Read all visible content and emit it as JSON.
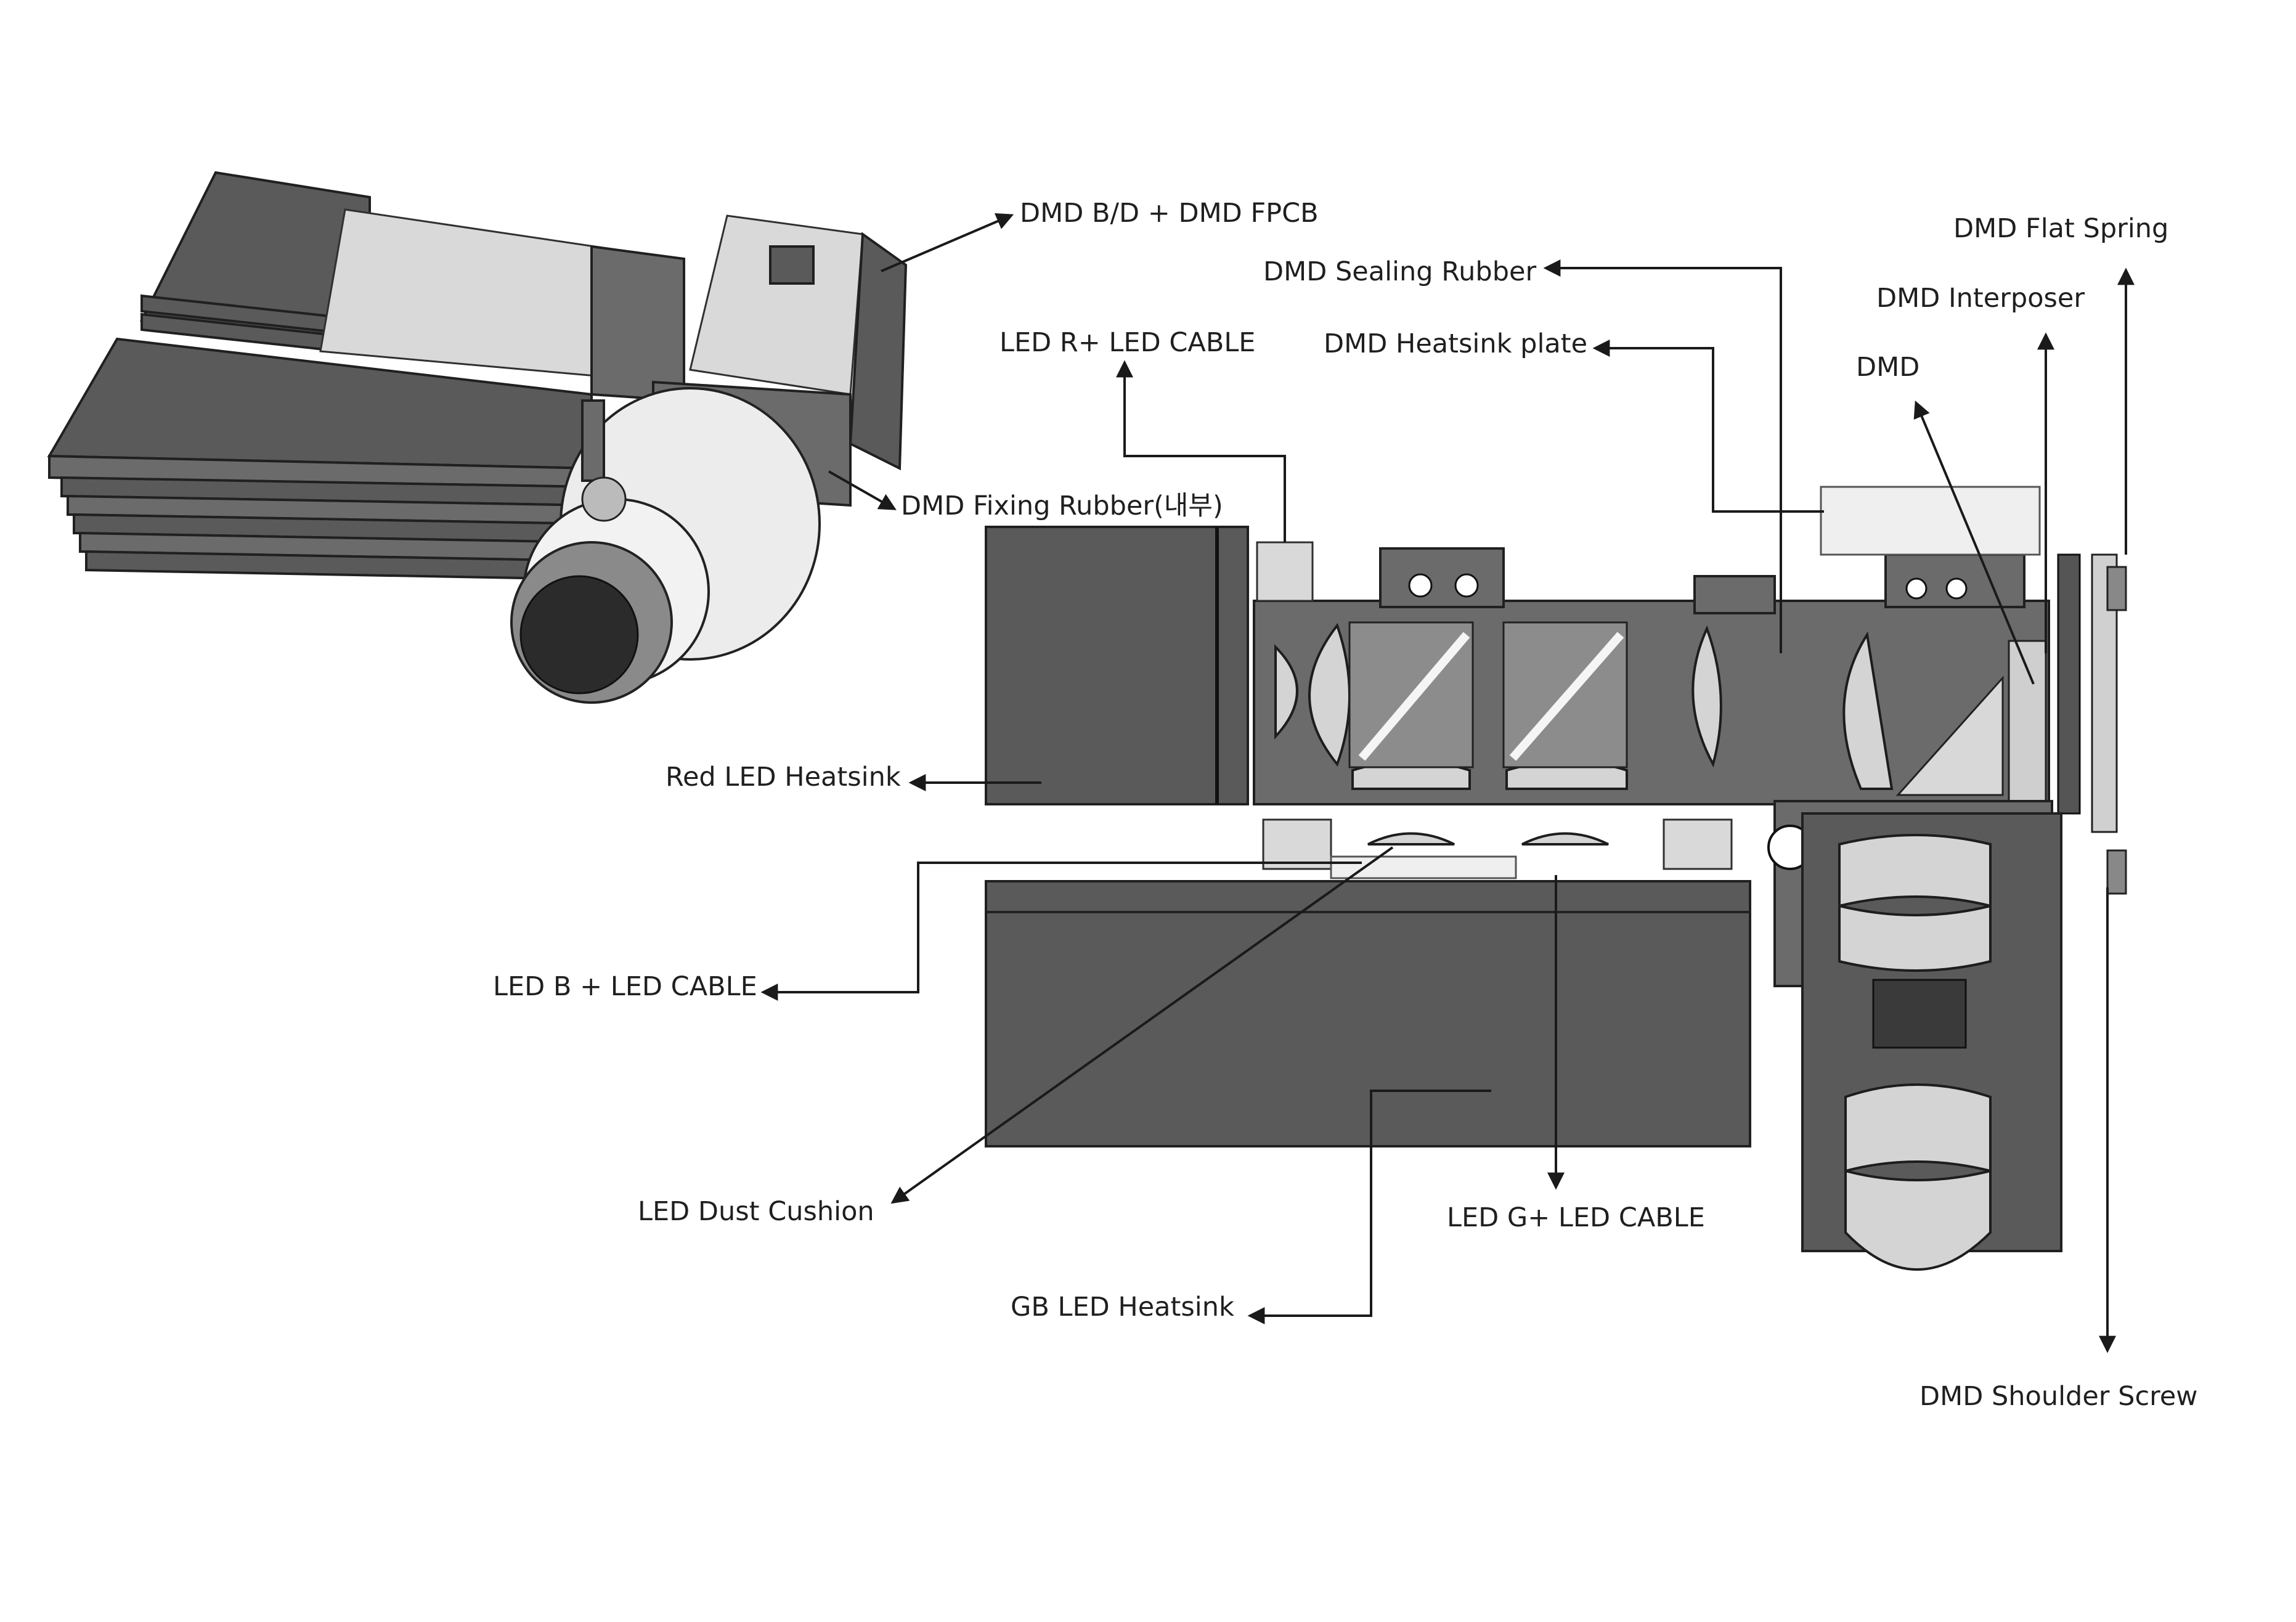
{
  "labels": {
    "dmd_bd_fpcb": "DMD B/D  +  DMD FPCB",
    "dmd_fixing_rubber": "DMD Fixing Rubber(내부)",
    "led_r_cable": "LED R+ LED CABLE",
    "dmd_sealing_rubber": "DMD Sealing Rubber",
    "dmd_heatsink_plate": "DMD Heatsink plate",
    "dmd_flat_spring": "DMD Flat Spring",
    "dmd_interposer": "DMD Interposer",
    "dmd": "DMD",
    "red_led_heatsink": "Red LED Heatsink",
    "led_b_cable": "LED B  +  LED CABLE",
    "led_dust_cushion": "LED Dust Cushion",
    "led_g_cable": "LED G+ LED CABLE",
    "gb_led_heatsink": "GB LED Heatsink",
    "dmd_shoulder_screw": "DMD Shoulder Screw"
  },
  "colors": {
    "housing": "#5a5a5a",
    "lens": "#d4d4d4",
    "line": "#1a1a1a"
  }
}
